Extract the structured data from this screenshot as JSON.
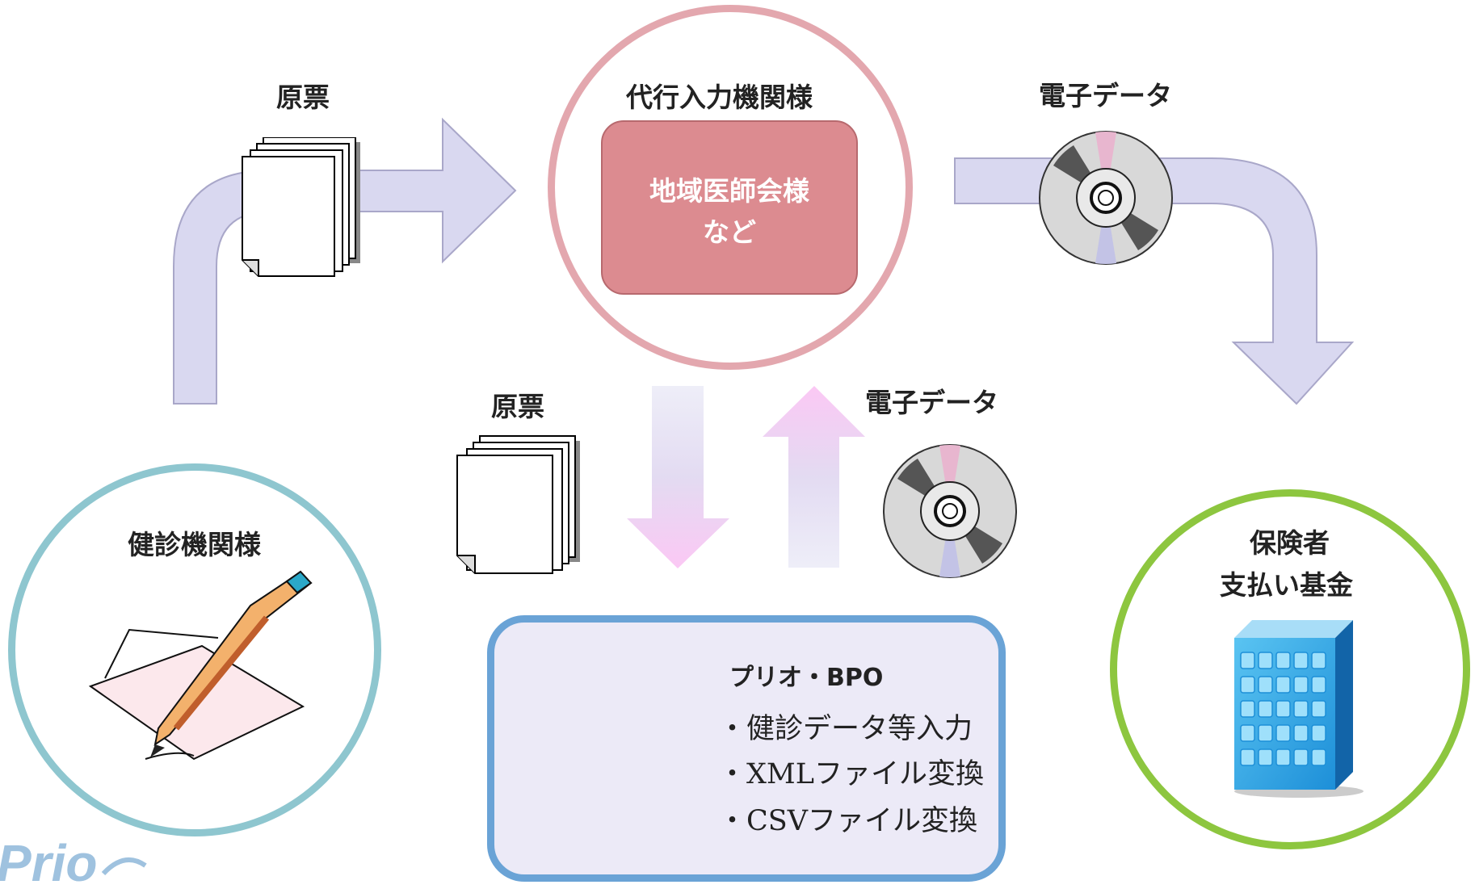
{
  "labels": {
    "paper_top": "原票",
    "proxy_title": "代行入力機関様",
    "proxy_inner_line1": "地域医師会様",
    "proxy_inner_line2": "など",
    "data_top": "電子データ",
    "paper_mid": "原票",
    "data_mid": "電子データ",
    "clinic": "健診機関様",
    "insurer_line1": "保険者",
    "insurer_line2": "支払い基金"
  },
  "bpo": {
    "title": "プリオ・BPO",
    "items": [
      "・健診データ等入力",
      "・XMLファイル変換",
      "・CSVファイル変換"
    ]
  },
  "logo_text": "Prio",
  "colors": {
    "arrow_fill": "#d9d8f0",
    "proxy_ring": "#e3a7ae",
    "proxy_box": "#dc8b90",
    "clinic_ring": "#8ec6cf",
    "insurer_ring": "#8dc63f",
    "bpo_border": "#6aa3d6",
    "bpo_fill": "#eceaf7",
    "logo": "#9fc2df"
  },
  "icons": {
    "documents": "stacked-paper-icon",
    "disc": "cd-disc-icon",
    "pen": "pen-writing-icon",
    "building": "office-building-icon",
    "operator": "computer-operator-icon"
  }
}
